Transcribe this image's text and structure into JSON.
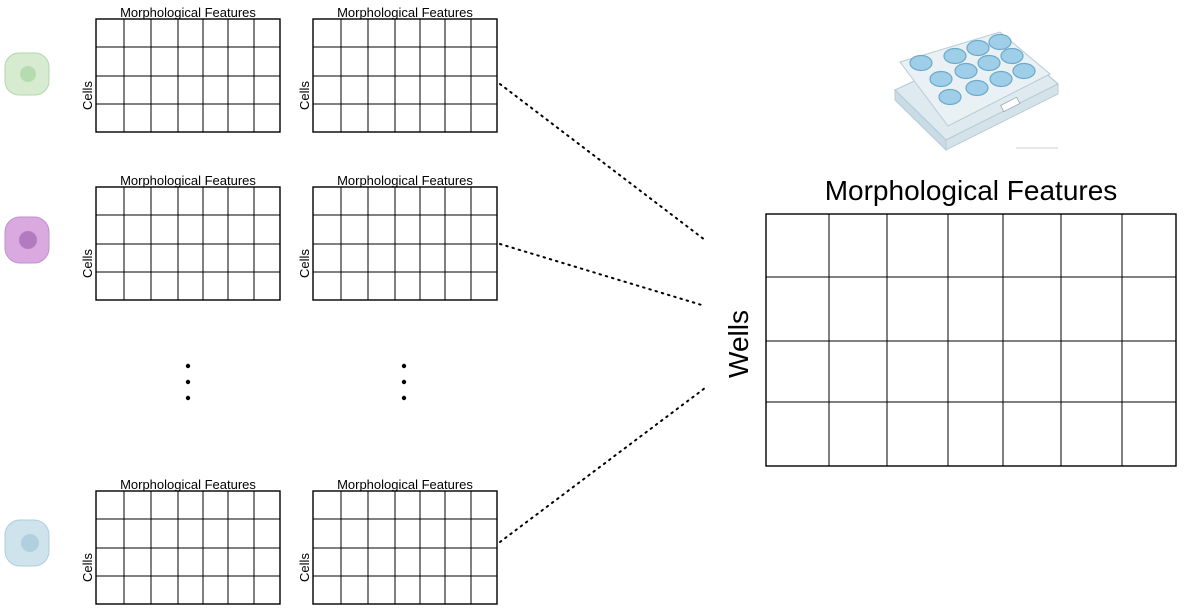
{
  "diagram": {
    "small_grid_title": "Morphological Features",
    "small_grid_axis": "Cells",
    "big_grid_title": "Morphological Features",
    "big_grid_axis": "Wells",
    "ellipsis": "⋮",
    "colors": {
      "cell_green": "#d6ebd0",
      "cell_green_nucleus": "#b6dbb0",
      "cell_purple": "#d9a9e0",
      "cell_purple_nucleus": "#b27bbf",
      "cell_blue": "#cfe3ec",
      "cell_blue_nucleus": "#b0d0e0",
      "plate_body": "#dfeaf0",
      "well_fill": "#9fcfe8",
      "grid_line": "#000000"
    },
    "icons": [
      "cell-icon",
      "multiwell-plate-icon"
    ]
  }
}
